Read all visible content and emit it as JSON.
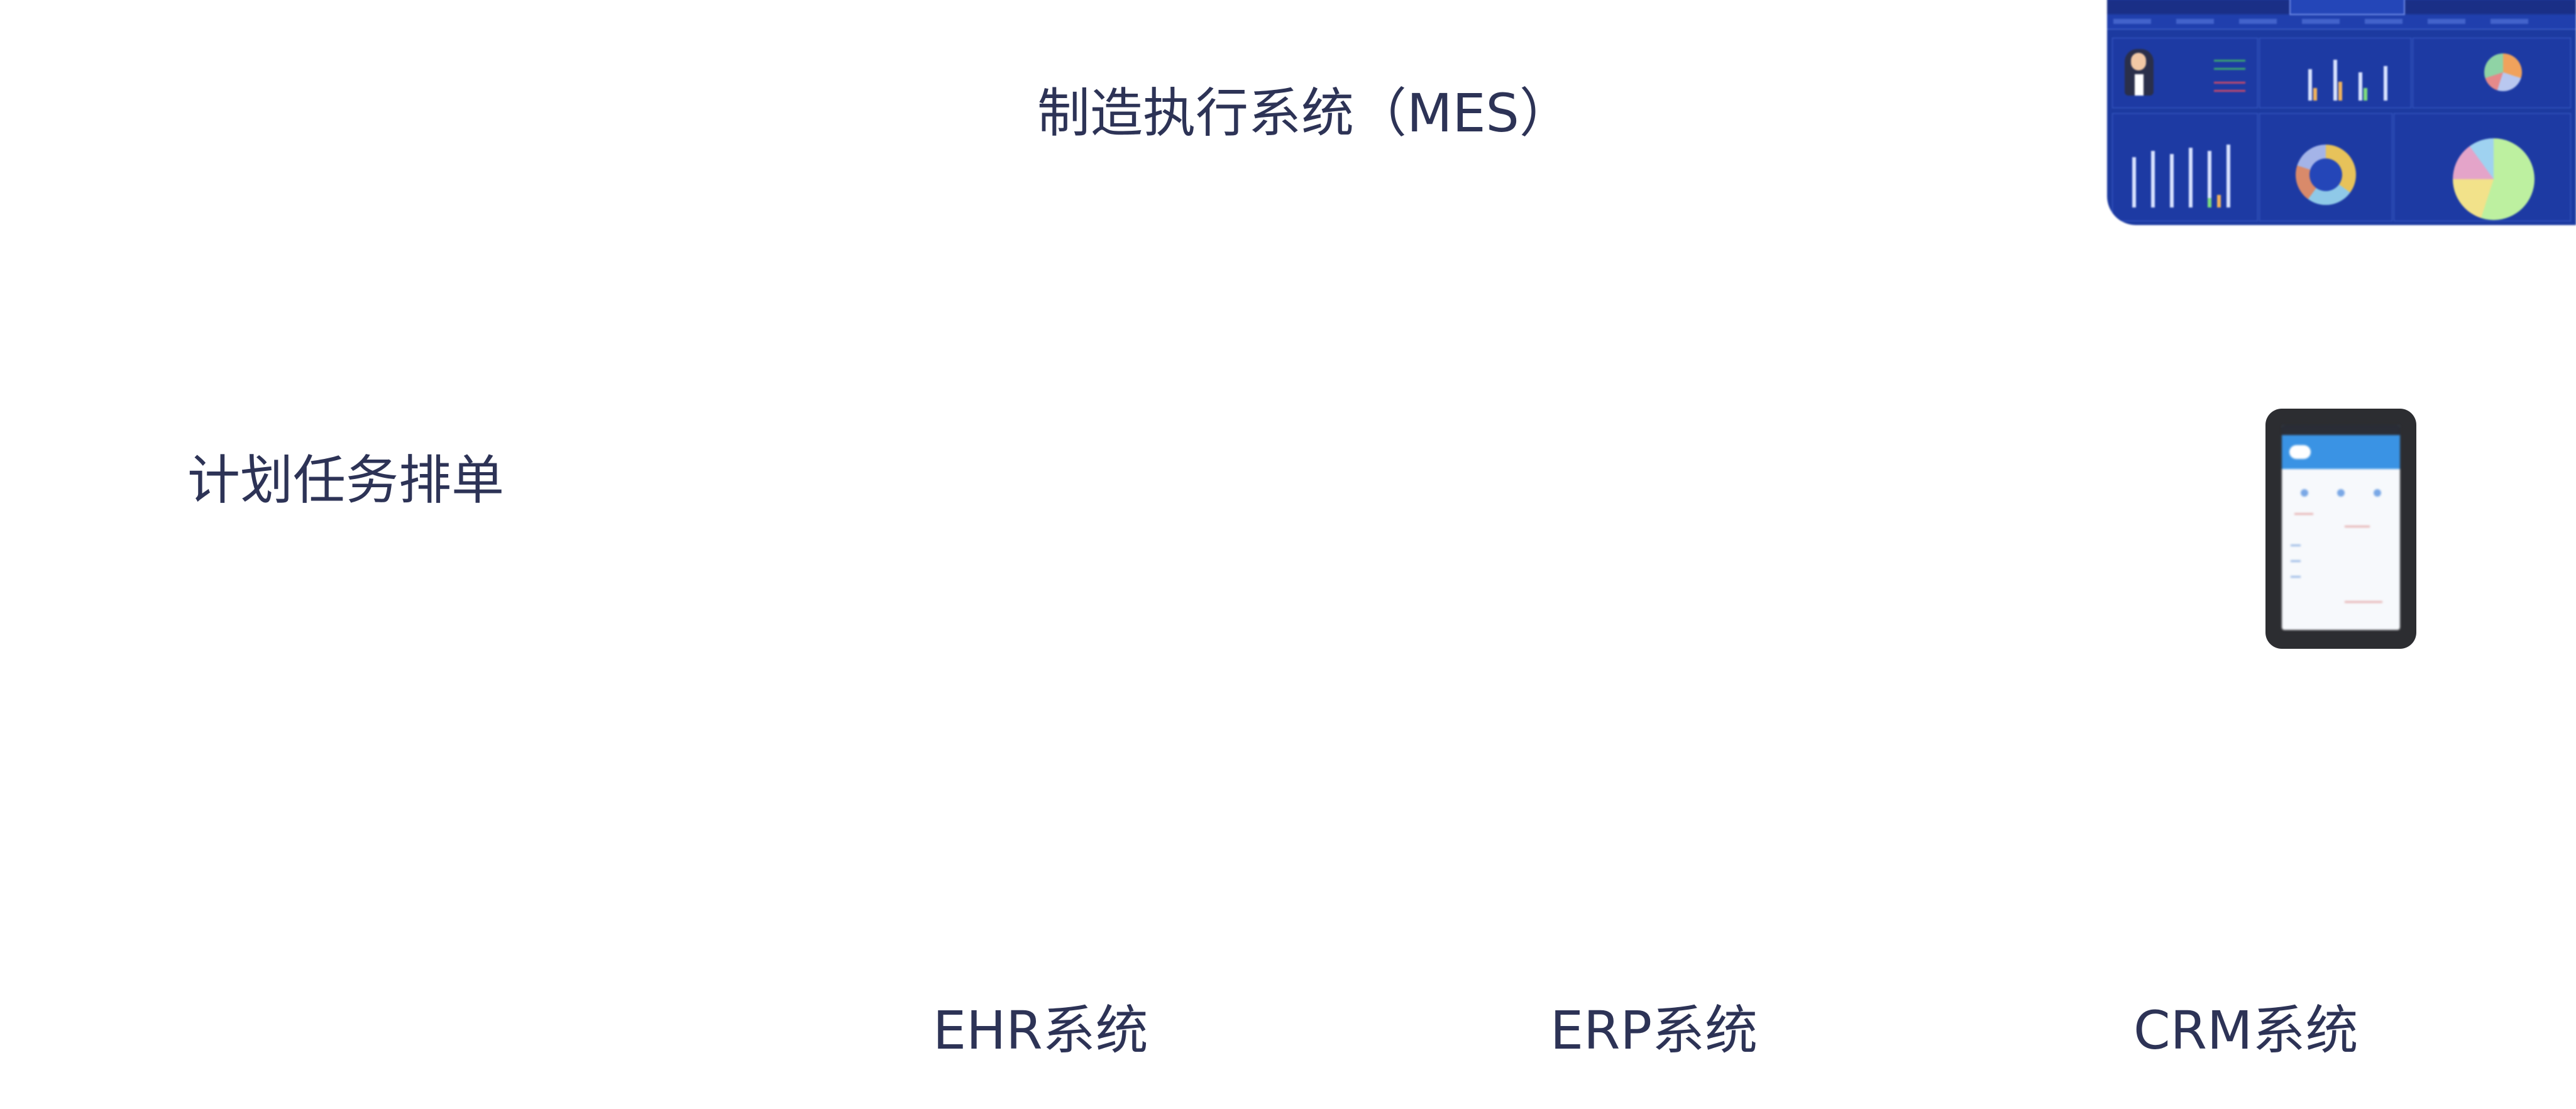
{
  "labels": {
    "mes": "制造执行系统（MES）",
    "plan": "计划任务排单",
    "ehr": "EHR系统",
    "erp": "ERP系统",
    "crm": "CRM系统"
  },
  "images": {
    "dashboard": "dashboard-screenshot",
    "tablet": "tablet-device"
  },
  "colors": {
    "text": "#2d3356",
    "dashboard_bg": "#1c3aa0",
    "tablet_frame": "#2c2d31",
    "tablet_header": "#3a93e4"
  }
}
